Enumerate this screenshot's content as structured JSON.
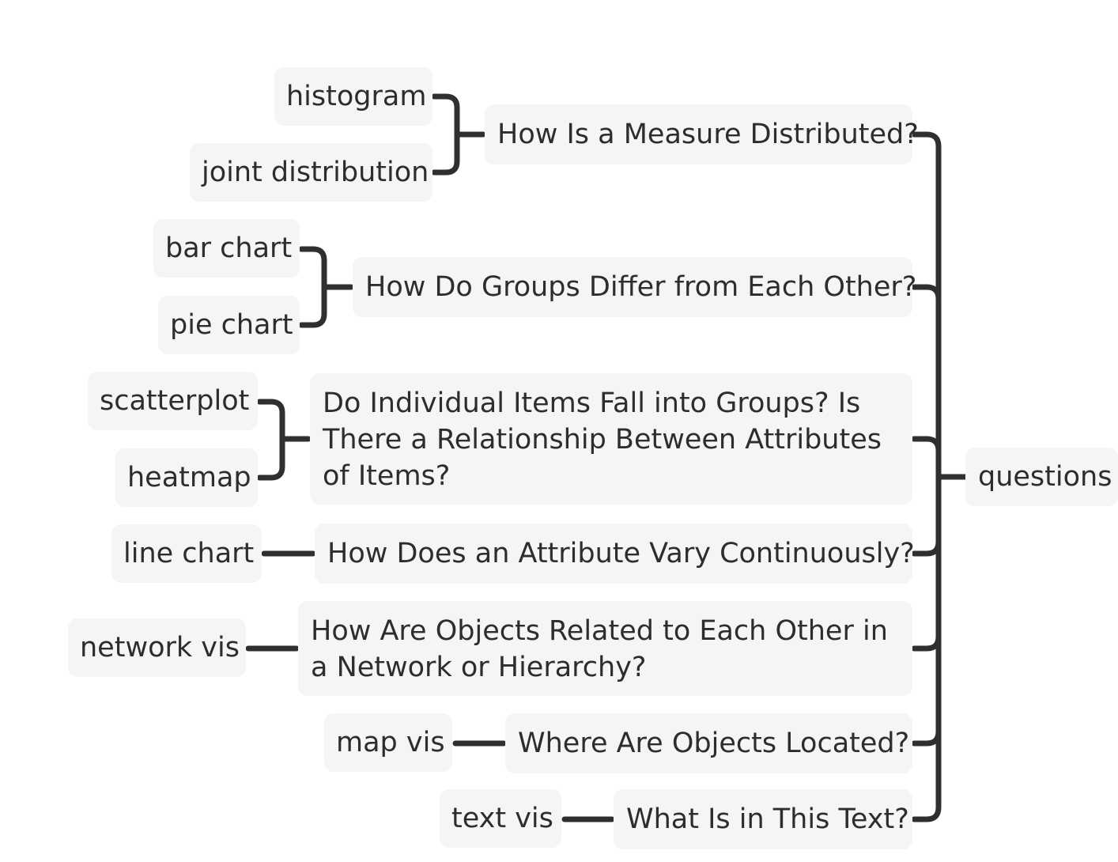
{
  "root": {
    "label": "questions"
  },
  "branches": [
    {
      "question": "How Is a Measure Distributed?",
      "leaves": [
        "histogram",
        "joint distribution"
      ]
    },
    {
      "question": "How Do Groups Differ from Each Other?",
      "leaves": [
        "bar chart",
        "pie chart"
      ]
    },
    {
      "question": "Do Individual Items Fall into Groups? Is There a Relationship Between Attributes of Items?",
      "leaves": [
        "scatterplot",
        "heatmap"
      ]
    },
    {
      "question": "How Does an Attribute Vary Continuously?",
      "leaves": [
        "line chart"
      ]
    },
    {
      "question": "How Are Objects Related to Each Other in a Network or Hierarchy?",
      "leaves": [
        "network vis"
      ]
    },
    {
      "question": "Where Are Objects Located?",
      "leaves": [
        "map vis"
      ]
    },
    {
      "question": "What Is in This Text?",
      "leaves": [
        "text vis"
      ]
    }
  ],
  "colors": {
    "node_fill": "#f5f5f5",
    "connector": "#2f2f2f",
    "text": "#2d2d2d"
  }
}
